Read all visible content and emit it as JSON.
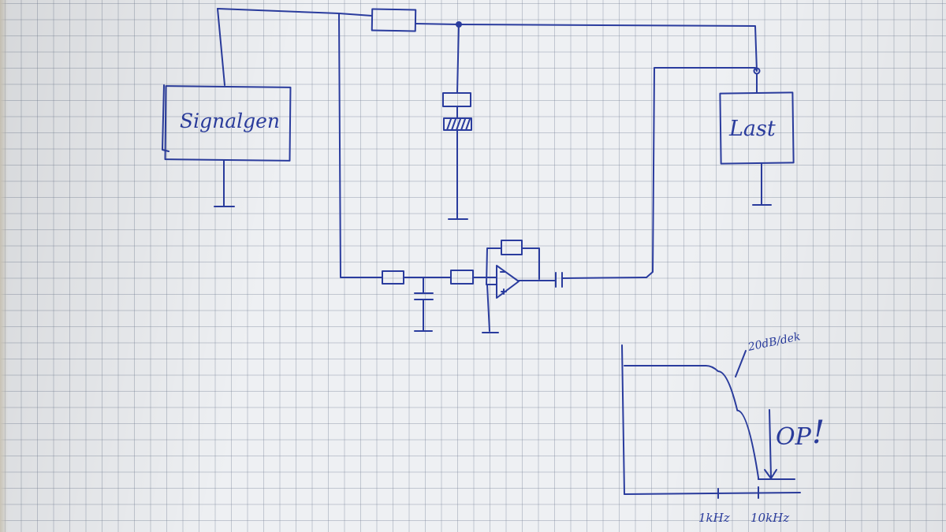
{
  "labels": {
    "signal_generator": "Signalgen",
    "load": "Last",
    "slope": "20dB/dek",
    "op_note": "OP",
    "op_exclaim": "!"
  },
  "chart_data": {
    "type": "line",
    "description_of_axes": "",
    "x_ticks": [
      "1kHz",
      "10kHz"
    ],
    "series": [
      {
        "points": [
          [
            0.1,
            0
          ],
          [
            0.5,
            0
          ],
          [
            1,
            -1
          ],
          [
            3,
            -8
          ],
          [
            10,
            -20
          ]
        ]
      }
    ],
    "annotations": [
      "20dB/dek",
      "OP",
      "!"
    ]
  },
  "colors": {
    "ink": "#2a3c9e",
    "paper": "#eef0f3",
    "grid": "#8a93a6"
  }
}
